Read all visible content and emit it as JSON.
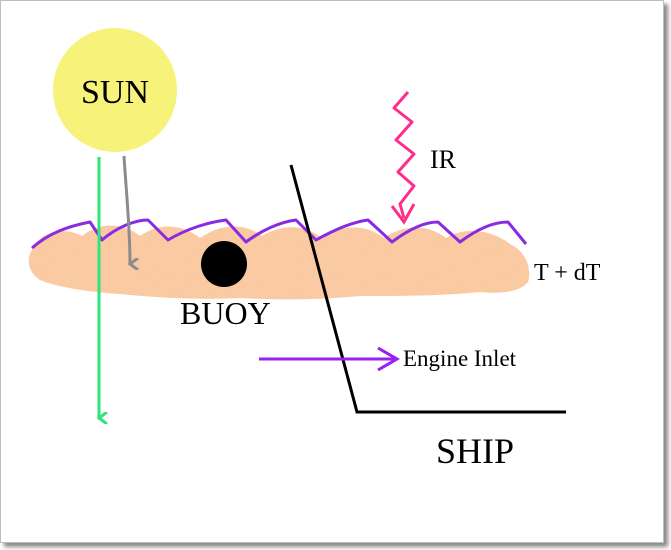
{
  "labels": {
    "sun": "SUN",
    "ir": "IR",
    "buoy": "BUOY",
    "surface_temp": "T + dT",
    "engine_inlet": "Engine Inlet",
    "ship": "SHIP"
  },
  "colors": {
    "sun_fill": "#f6f27a",
    "foam": "#f4934a",
    "wave_line": "#8a2be2",
    "ir_arrow": "#ff2d8a",
    "green_arrow": "#2ce67a",
    "gray_arrow": "#8c8c8c",
    "inlet_arrow": "#9a1ff0",
    "buoy": "#000000",
    "hull": "#000000"
  },
  "icons": {
    "sun": "sun-circle",
    "buoy": "buoy-dot",
    "ir": "ir-squiggle-arrow",
    "ship": "ship-hull-line"
  }
}
